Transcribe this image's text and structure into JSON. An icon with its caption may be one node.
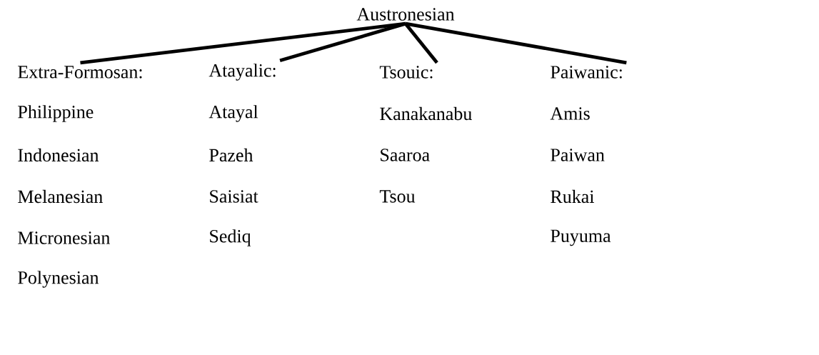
{
  "diagram": {
    "nodes": [
      {
        "text": [
          "Austronesian"
        ]
      },
      {
        "text": [
          "Extra-Formosan:"
        ],
        "beside": [
          "Philippine",
          "Indonesian",
          "Melanesian",
          "Micronesian",
          "Polynesian"
        ]
      },
      {
        "text": [
          "Atayalic:"
        ],
        "beside": [
          "Atayal",
          "Pazeh",
          "Saisiat",
          "Sediq"
        ]
      },
      {
        "text": [
          "Tsouic:"
        ],
        "beside": [
          "Kanakanabu",
          "Saaroa",
          "Tsou"
        ]
      },
      {
        "text": [
          "Paiwanic:"
        ],
        "beside": [
          "Amis",
          "Paiwan",
          "Rukai",
          "Puyuma"
        ]
      }
    ],
    "edges": [
      {
        "from": 0,
        "to": 1,
        "arrow": "none"
      },
      {
        "from": 0,
        "to": 2,
        "arrow": "none"
      },
      {
        "from": 0,
        "to": 3,
        "arrow": "none"
      },
      {
        "from": 0,
        "to": 4,
        "arrow": "none"
      }
    ]
  }
}
